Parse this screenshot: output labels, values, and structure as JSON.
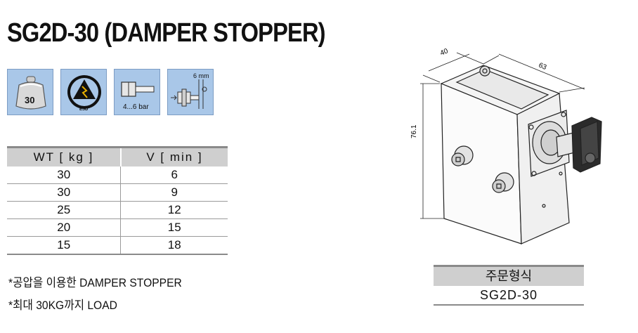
{
  "title": "SG2D-30 (DAMPER STOPPER)",
  "icons": {
    "weight_value": "30",
    "esd_label": "ESD",
    "pressure_label": "4...6 bar",
    "stroke_label": "6 mm"
  },
  "spec_table": {
    "headers": [
      "WT [ kg ]",
      "V [ min ]"
    ],
    "rows": [
      [
        "30",
        "6"
      ],
      [
        "30",
        "9"
      ],
      [
        "25",
        "12"
      ],
      [
        "20",
        "15"
      ],
      [
        "15",
        "18"
      ]
    ]
  },
  "notes": [
    "*공압을 이용한 DAMPER STOPPER",
    "*최대 30KG까지 LOAD"
  ],
  "drawing": {
    "dim_depth": "40",
    "dim_width": "63",
    "dim_height": "76.1"
  },
  "order": {
    "header": "주문형식",
    "value": "SG2D-30"
  }
}
